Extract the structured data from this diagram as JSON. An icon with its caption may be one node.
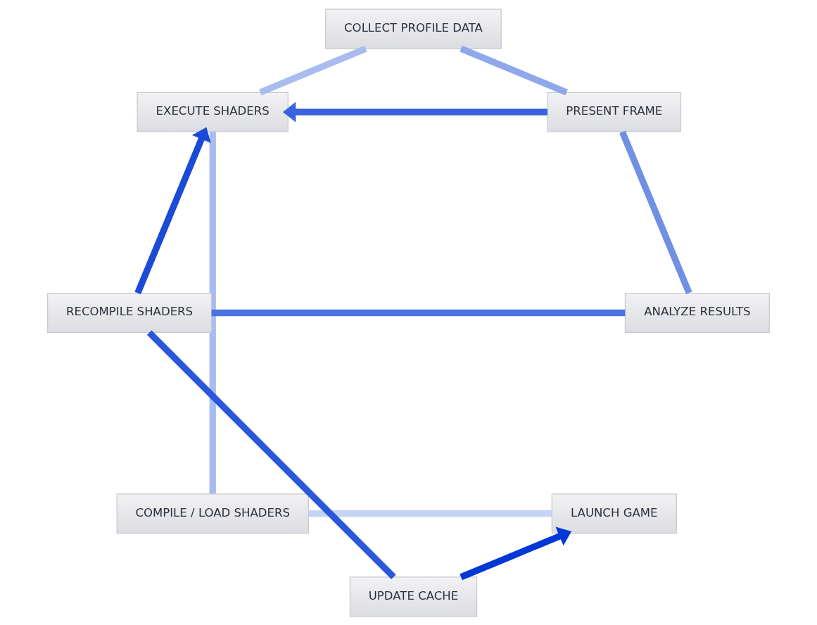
{
  "diagram": {
    "nodes": [
      {
        "text": [
          "LAUNCH GAME"
        ]
      },
      {
        "text": [
          "COMPILE / LOAD SHADERS"
        ]
      },
      {
        "text": [
          "EXECUTE SHADERS"
        ]
      },
      {
        "text": [
          "COLLECT PROFILE DATA"
        ]
      },
      {
        "text": [
          "PRESENT FRAME"
        ]
      },
      {
        "text": [
          "ANALYZE RESULTS"
        ]
      },
      {
        "text": [
          "RECOMPILE SHADERS"
        ]
      },
      {
        "text": [
          "UPDATE CACHE"
        ]
      }
    ],
    "edges": [
      {
        "from": 0,
        "to": 1,
        "arrow": "none",
        "color": "#c5d3f5"
      },
      {
        "from": 1,
        "to": 2,
        "arrow": "none",
        "color": "#a9bcf0"
      },
      {
        "from": 2,
        "to": 3,
        "arrow": "none",
        "color": "#a9bcf0"
      },
      {
        "from": 3,
        "to": 4,
        "arrow": "none",
        "color": "#8fa8ec"
      },
      {
        "from": 4,
        "to": 5,
        "arrow": "none",
        "color": "#7090e6"
      },
      {
        "from": 5,
        "to": 6,
        "arrow": "none",
        "color": "#4a72e0"
      },
      {
        "from": 6,
        "to": 7,
        "arrow": "none",
        "color": "#2a58dc"
      },
      {
        "from": 7,
        "to": 0,
        "arrow": "to",
        "color": "#0038d6"
      },
      {
        "from": 6,
        "to": 2,
        "arrow": "to",
        "color": "#1a4ad8"
      },
      {
        "from": 4,
        "to": 2,
        "arrow": "to",
        "color": "#3a62dc"
      }
    ]
  }
}
